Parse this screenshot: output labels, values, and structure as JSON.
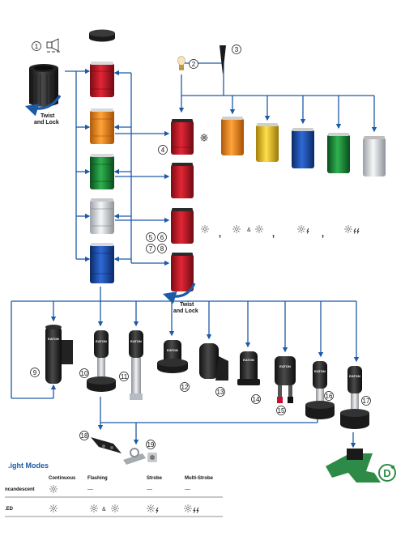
{
  "colors": {
    "line": "#1c5aa6",
    "red": "#c8102e",
    "orange": "#f08a1c",
    "green": "#1f8a3a",
    "clear": "#e4e6e8",
    "blue": "#1c4fa6",
    "yellow": "#f2c21c"
  },
  "callouts": [
    "1",
    "2",
    "3",
    "4",
    "5",
    "6",
    "7",
    "8",
    "9",
    "10",
    "11",
    "12",
    "13",
    "14",
    "15",
    "16",
    "17",
    "18",
    "19"
  ],
  "labels": {
    "twist_lock_top": [
      "Twist",
      "and Lock"
    ],
    "twist_lock_bottom": [
      "Twist",
      "and Lock"
    ]
  },
  "light_modes": {
    "title": ".ight Modes",
    "columns": [
      "Continuous",
      "Flashing",
      "Strobe",
      "Multi-Strobe"
    ],
    "rows": [
      {
        "label": "ncandescent",
        "cells": [
          "",
          "—",
          "—",
          "—"
        ]
      },
      {
        "label": ".ED",
        "cells": [
          "",
          "",
          "",
          ""
        ]
      }
    ]
  },
  "icons": {
    "horn": "horn-icon",
    "bulb": "bulb-icon",
    "tool": "tool-icon",
    "led_mode": "led-mode-icon",
    "lamp": "lamp-icon",
    "plug": "plug-icon"
  }
}
